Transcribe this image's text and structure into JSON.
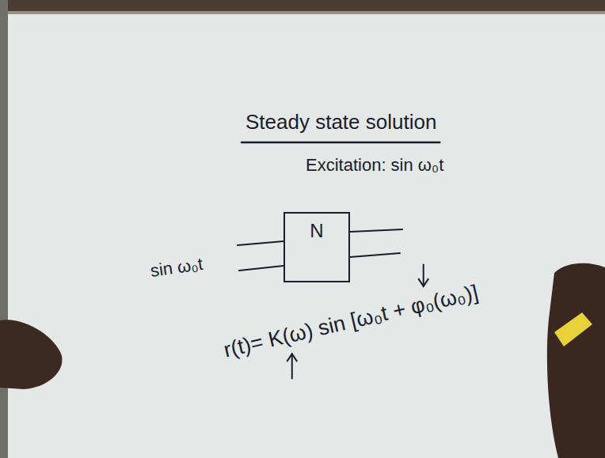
{
  "diagram": {
    "title": "Steady state solution",
    "nodes": [
      {
        "text": [
          "N"
        ]
      }
    ],
    "labels": [
      "Excitation: sin ω₀t",
      "sin ω₀t",
      "r(t)= K(ω) sin [ω₀t + φ₀(ω₀)]"
    ]
  }
}
